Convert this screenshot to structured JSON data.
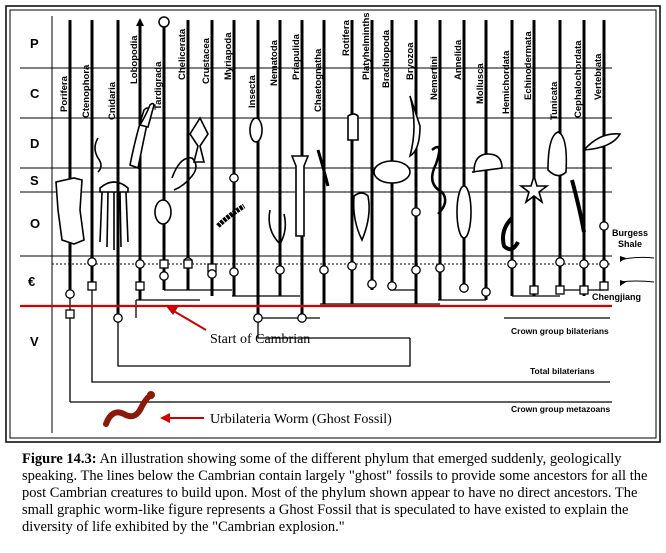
{
  "periods": [
    "P",
    "C",
    "D",
    "S",
    "O",
    "€",
    "V"
  ],
  "phyla": [
    "Porifera",
    "Ctenophora",
    "Cnidaria",
    "Lobopodia",
    "Tardigrada",
    "Chelicerata",
    "Crustacea",
    "Myriapoda",
    "Insecta",
    "Nematoda",
    "Priapulida",
    "Chaetognatha",
    "Rotifera",
    "Platyhelminths",
    "Brachiopoda",
    "Bryozoa",
    "Nemertini",
    "Annelida",
    "Mollusca",
    "Hemichordata",
    "Echinodermata",
    "Tunicata",
    "Cephalochordata",
    "Vertebrata"
  ],
  "markers": {
    "burgess_shale": "Burgess Shale",
    "chengjiang": "Chengjiang"
  },
  "group_labels": {
    "crown_bilaterians": "Crown group bilaterians",
    "total_bilaterians": "Total bilaterians",
    "crown_metazoans": "Crown group metazoans"
  },
  "annotations": {
    "start_cambrian": "Start of Cambrian",
    "urbilateria": "Urbilateria Worm (Ghost Fossil)"
  },
  "colors": {
    "cambrian_line": "#d40000",
    "arrow": "#cc0000",
    "worm": "#8b1a0a"
  },
  "caption": {
    "label": "Figure 14.3:",
    "text": " An illustration showing some of the different phylum that emerged suddenly, geologically speaking. The lines below the Cambrian contain largely \"ghost\" fossils to provide some ancestors for all the post Cambrian creatures to build upon. Most of the phylum shown appear to have no direct ancestors. The small graphic worm-like figure represents a Ghost Fossil that is speculated to have existed to explain the diversity of life exhibited by the \"Cambrian explosion.\""
  }
}
